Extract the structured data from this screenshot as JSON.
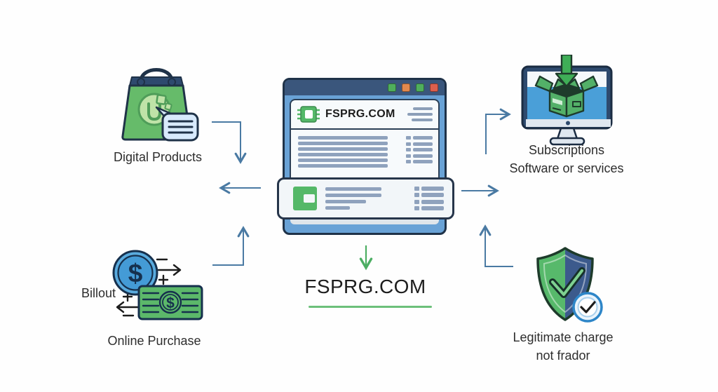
{
  "page": {
    "background": "#ffffff"
  },
  "colors": {
    "accent_green": "#57b96b",
    "navy": "#2e4a6e",
    "blue": "#4a9fd8",
    "arrow_blue": "#4a7aa3",
    "arrow_green": "#4cae63",
    "label_text": "#2d2d2d",
    "underline_green": "#6cc07a"
  },
  "browser": {
    "address": "FSPRG.COM",
    "window_buttons": [
      "#4fae5c",
      "#e2894e",
      "#4fae5c",
      "#dd5f4d"
    ],
    "icons": {
      "address_chip": "chip-icon",
      "menu_lines": "menu-lines-icon"
    }
  },
  "center_label": {
    "domain": "FSPRG.COM"
  },
  "nodes": {
    "digital_products": {
      "label": "Digital Products",
      "icon": "shopping-bag-icon"
    },
    "subscriptions": {
      "label_line1": "Subscriptions",
      "label_line2": "Software or services",
      "icon": "monitor-download-box-icon"
    },
    "online_purchase": {
      "label": "Online Purchase",
      "annotation": "Billout",
      "currency": "$",
      "icon": "coin-banknote-icon"
    },
    "legitimate_charge": {
      "label_line1": "Legitimate charge",
      "label_line2": "not frador",
      "icon": "shield-check-icon"
    }
  }
}
